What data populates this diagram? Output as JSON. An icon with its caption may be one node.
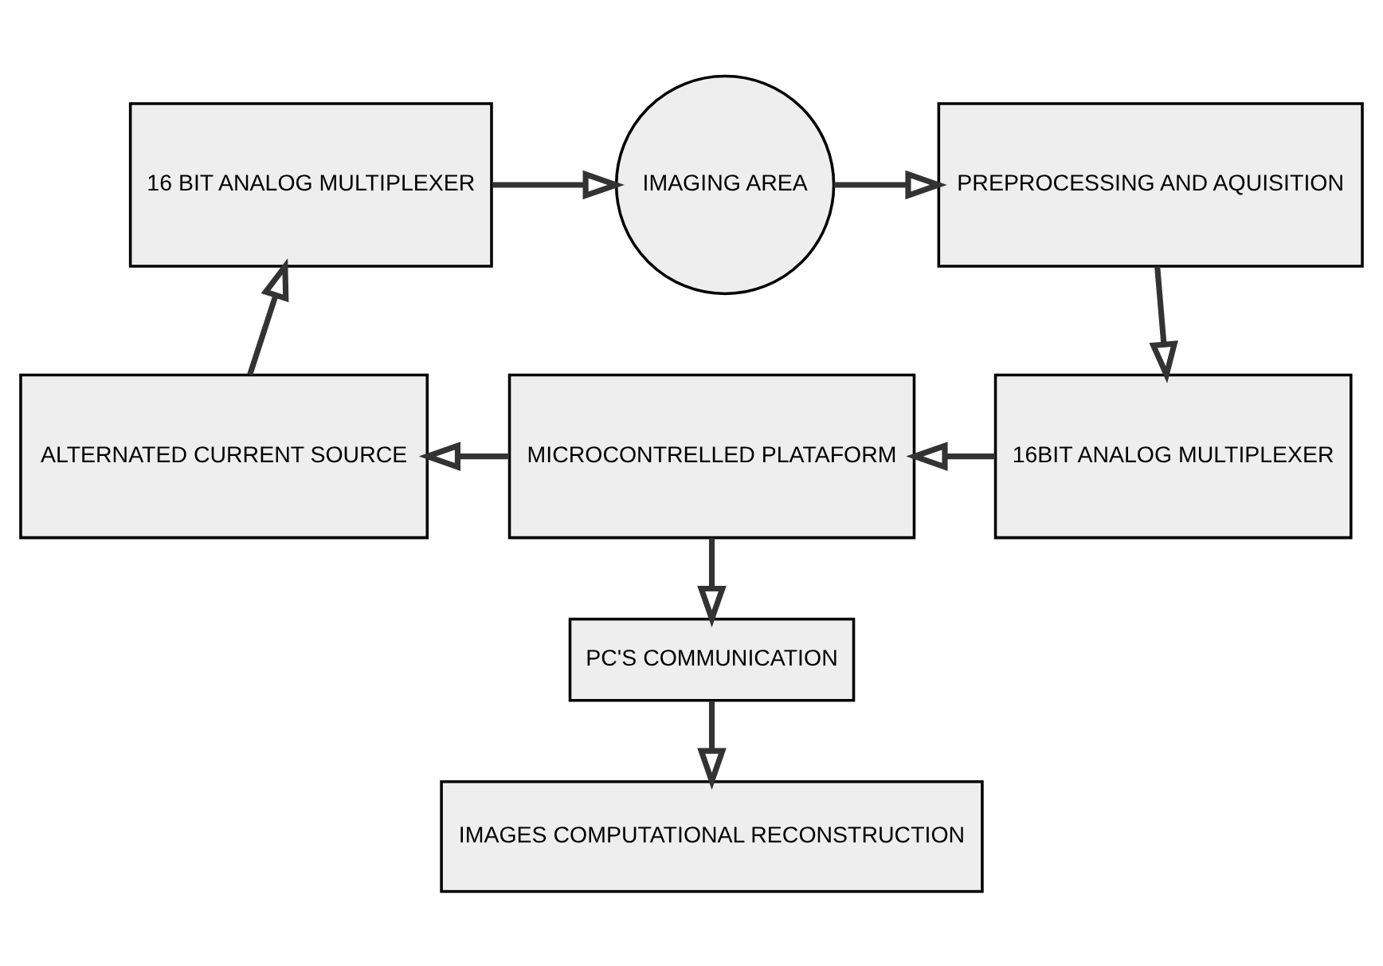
{
  "diagram": {
    "nodes": [
      {
        "text": [
          "16 BIT ANALOG MULTIPLEXER"
        ]
      },
      {
        "text": [
          "IMAGING AREA"
        ]
      },
      {
        "text": [
          "PREPROCESSING AND AQUISITION"
        ]
      },
      {
        "text": [
          "ALTERNATED CURRENT SOURCE"
        ]
      },
      {
        "text": [
          "MICROCONTRELLED PLATAFORM"
        ]
      },
      {
        "text": [
          "16BIT ANALOG MULTIPLEXER"
        ]
      },
      {
        "text": [
          "PC'S COMMUNICATION"
        ]
      },
      {
        "text": [
          "IMAGES COMPUTATIONAL RECONSTRUCTION"
        ]
      }
    ],
    "edges": [
      {
        "from": 0,
        "to": 1,
        "arrow": "to"
      },
      {
        "from": 1,
        "to": 2,
        "arrow": "to"
      },
      {
        "from": 2,
        "to": 5,
        "arrow": "to"
      },
      {
        "from": 5,
        "to": 4,
        "arrow": "to"
      },
      {
        "from": 4,
        "to": 3,
        "arrow": "to"
      },
      {
        "from": 3,
        "to": 0,
        "arrow": "to"
      },
      {
        "from": 4,
        "to": 6,
        "arrow": "to"
      },
      {
        "from": 6,
        "to": 7,
        "arrow": "to"
      }
    ]
  }
}
